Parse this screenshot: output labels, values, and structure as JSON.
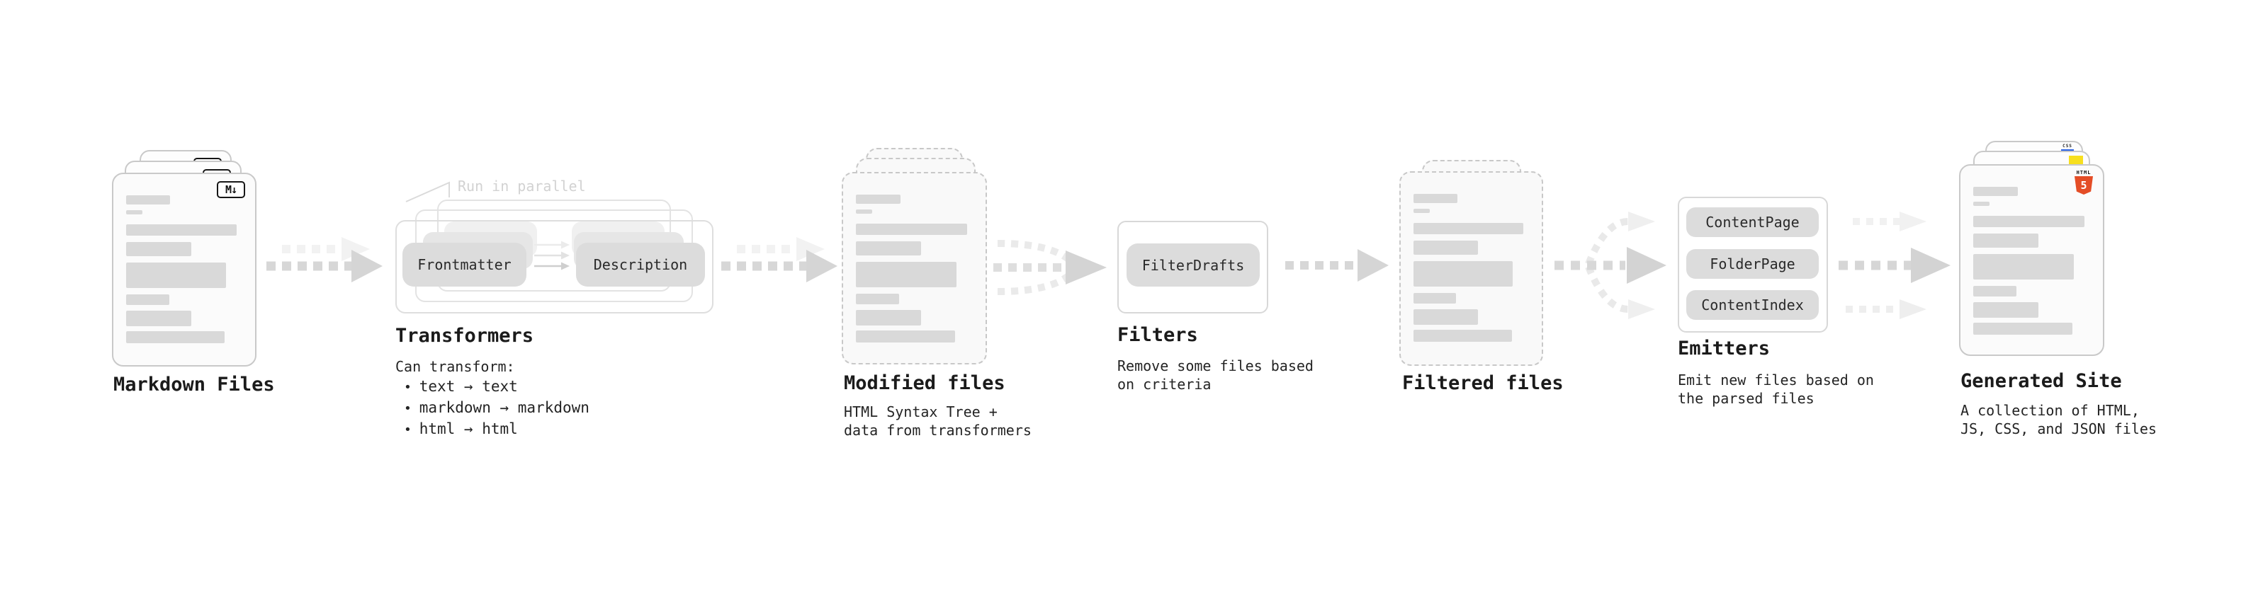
{
  "stages": {
    "markdown_files": {
      "title": "Markdown Files",
      "badge": "M↓"
    },
    "transformers": {
      "note": "Run in parallel",
      "pill_left": "Frontmatter",
      "pill_right": "Description",
      "title": "Transformers",
      "desc_heading": "Can transform:",
      "bullets": [
        "text → text",
        "markdown → markdown",
        "html → html"
      ]
    },
    "modified_files": {
      "title": "Modified files",
      "subtitle": [
        "HTML Syntax Tree +",
        "data from transformers"
      ]
    },
    "filters": {
      "title": "Filters",
      "pill": "FilterDrafts",
      "subtitle": [
        "Remove some files based",
        "on criteria"
      ]
    },
    "filtered_files": {
      "title": "Filtered files"
    },
    "emitters": {
      "title": "Emitters",
      "pills": [
        "ContentPage",
        "FolderPage",
        "ContentIndex"
      ],
      "subtitle": [
        "Emit new files based on",
        "the parsed files"
      ]
    },
    "generated_site": {
      "title": "Generated Site",
      "subtitle": [
        "A collection of HTML,",
        "JS, CSS, and JSON files"
      ],
      "badges": {
        "html5_label": "HTML",
        "html5_number": "5",
        "css": "CSS"
      }
    }
  },
  "colors": {
    "accent_html5": "#e44d26",
    "accent_js": "#f7df1e",
    "accent_css": "#2760e5"
  }
}
